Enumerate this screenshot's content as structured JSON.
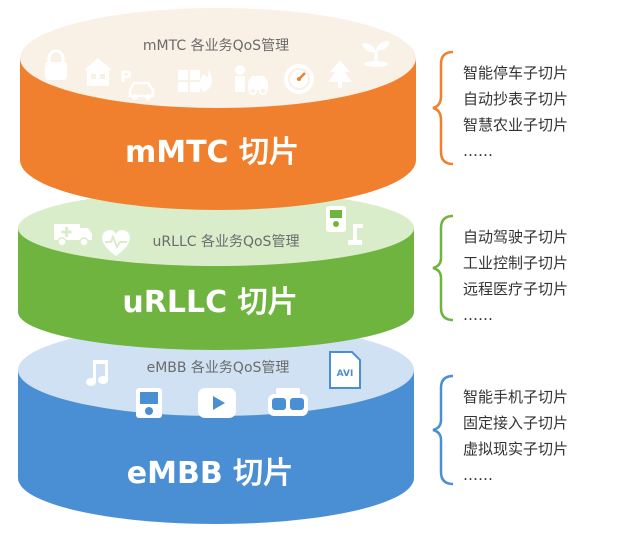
{
  "layers": [
    {
      "id": "mmtc",
      "title": "mMTC 切片",
      "qos_label": "mMTC 各业务QoS管理",
      "color": "#F0802E",
      "top_color": "#F9F0E6",
      "icons": [
        "lock-icon",
        "house-icon",
        "parking-car-icon",
        "smart-building-icon",
        "meter-reader-icon",
        "gauge-icon",
        "tree-icon",
        "plant-sprout-icon"
      ],
      "slices": [
        "智能停车子切片",
        "自动抄表子切片",
        "智慧农业子切片",
        "……"
      ]
    },
    {
      "id": "urllc",
      "title": "uRLLC 切片",
      "qos_label": "uRLLC 各业务QoS管理",
      "color": "#6EB43F",
      "top_color": "#D9EDCB",
      "icons": [
        "ambulance-icon",
        "heart-rate-icon",
        "autonomous-car-icon",
        "robot-arm-icon"
      ],
      "slices": [
        "自动驾驶子切片",
        "工业控制子切片",
        "远程医疗子切片",
        "……"
      ]
    },
    {
      "id": "embb",
      "title": "eMBB 切片",
      "qos_label": "eMBB 各业务QoS管理",
      "color": "#4A8FD4",
      "top_color": "#CFE1F3",
      "icons": [
        "music-note-icon",
        "media-player-icon",
        "play-button-icon",
        "vr-headset-icon",
        "avi-file-icon"
      ],
      "slices": [
        "智能手机子切片",
        "固定接入子切片",
        "虚拟现实子切片",
        "……"
      ]
    }
  ]
}
